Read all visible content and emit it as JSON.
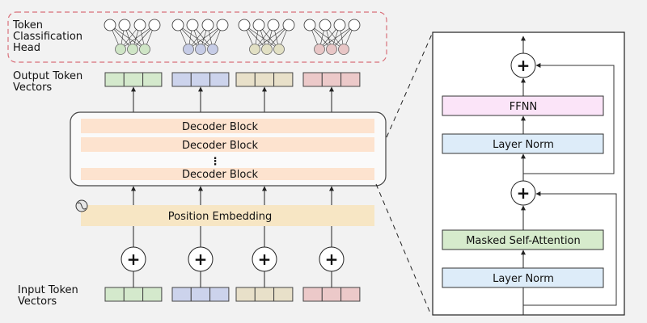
{
  "labels": {
    "head": [
      "Token",
      "Classification",
      "Head"
    ],
    "output": [
      "Output Token",
      "Vectors"
    ],
    "input": [
      "Input Token",
      "Vectors"
    ]
  },
  "tokens": [
    {
      "name": "token-1",
      "fill": "#d4e9cc",
      "node_fill": "#cfe5c6"
    },
    {
      "name": "token-2",
      "fill": "#ccd3ec",
      "node_fill": "#c6cce6"
    },
    {
      "name": "token-3",
      "fill": "#e8e0c9",
      "node_fill": "#e2e0c4"
    },
    {
      "name": "token-4",
      "fill": "#ecc9c9",
      "node_fill": "#e8c6c6"
    }
  ],
  "decoder": {
    "blocks": [
      "Decoder Block",
      "Decoder Block",
      "Decoder Block"
    ],
    "ellipsis": "⋮",
    "block_fill": "#fde3cf"
  },
  "position_embedding": {
    "label": "Position Embedding",
    "fill": "#f7e6c4"
  },
  "detail": {
    "ffnn": {
      "label": "FFNN",
      "fill": "#fbe4f8"
    },
    "layer_norm_top": {
      "label": "Layer Norm",
      "fill": "#ddecf9"
    },
    "attention": {
      "label": "Masked Self-Attention",
      "fill": "#d6ebcc"
    },
    "layer_norm_bottom": {
      "label": "Layer Norm",
      "fill": "#ddecf9"
    },
    "plus_symbol": "+"
  },
  "colors": {
    "head_border": "#d9707a",
    "stroke": "#333333"
  }
}
